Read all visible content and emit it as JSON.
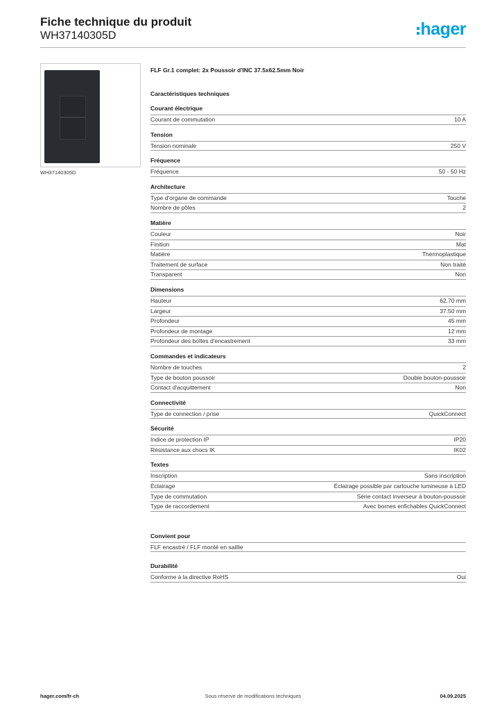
{
  "header": {
    "title": "Fiche technique du produit",
    "subtitle": "WH37140305D",
    "logo_text": "hager",
    "logo_color": "#00a0e3"
  },
  "image_caption": "WH37140305D",
  "product_name": "FLF Gr.1 complet: 2x Poussoir d'INC 37.5x62.5mm Noir",
  "tech_heading": "Caractéristiques techniques",
  "sections": [
    {
      "title": "Courant électrique",
      "rows": [
        {
          "label": "Courant de commutation",
          "value": "10 A"
        }
      ]
    },
    {
      "title": "Tension",
      "rows": [
        {
          "label": "Tension nominale",
          "value": "250 V"
        }
      ]
    },
    {
      "title": "Fréquence",
      "rows": [
        {
          "label": "Fréquence",
          "value": "50 - 50 Hz"
        }
      ]
    },
    {
      "title": "Architecture",
      "rows": [
        {
          "label": "Type d'organe de commande",
          "value": "Touche"
        },
        {
          "label": "Nombre de pôles",
          "value": "2"
        }
      ]
    },
    {
      "title": "Matière",
      "rows": [
        {
          "label": "Couleur",
          "value": "Noir"
        },
        {
          "label": "Finition",
          "value": "Mat"
        },
        {
          "label": "Matière",
          "value": "Thermoplastique"
        },
        {
          "label": "Traitement de surface",
          "value": "Non traité"
        },
        {
          "label": "Transparent",
          "value": "Non"
        }
      ]
    },
    {
      "title": "Dimensions",
      "rows": [
        {
          "label": "Hauteur",
          "value": "62.70 mm"
        },
        {
          "label": "Largeur",
          "value": "37.50 mm"
        },
        {
          "label": "Profondeur",
          "value": "45 mm"
        },
        {
          "label": "Profondeur de montage",
          "value": "12 mm"
        },
        {
          "label": "Profondeur des boîtes d'encastrement",
          "value": "33 mm"
        }
      ]
    },
    {
      "title": "Commandes et indicateurs",
      "rows": [
        {
          "label": "Nombre de touches",
          "value": "2"
        },
        {
          "label": "Type de bouton poussoir",
          "value": "Double bouton-poussoir"
        },
        {
          "label": "Contact d'acquittement",
          "value": "Non"
        }
      ]
    },
    {
      "title": "Connectivité",
      "rows": [
        {
          "label": "Type de connection / prise",
          "value": "QuickConnect"
        }
      ]
    },
    {
      "title": "Sécurité",
      "rows": [
        {
          "label": "Indice de protection IP",
          "value": "IP20"
        },
        {
          "label": "Résistance aux chocs IK",
          "value": "IK02"
        }
      ]
    },
    {
      "title": "Textes",
      "rows": [
        {
          "label": "Inscription",
          "value": "Sans inscription"
        },
        {
          "label": "Éclairage",
          "value": "Éclairage possible par cartouche lumineuse à LED"
        },
        {
          "label": "Type de commutation",
          "value": "Série contact inverseur à bouton-poussoir"
        },
        {
          "label": "Type de raccordement",
          "value": "Avec bornes enfichables QuickConnect"
        }
      ]
    }
  ],
  "suitable": {
    "title": "Convient pour",
    "rows": [
      {
        "label": "FLF encastré / FLF monté en saillie",
        "value": ""
      }
    ]
  },
  "durability": {
    "title": "Durabilité",
    "rows": [
      {
        "label": "Conforme à la directive RoHS",
        "value": "Oui"
      }
    ]
  },
  "footer": {
    "website": "hager.com/fr-ch",
    "disclaimer": "Sous réserve de modifications techniques",
    "date": "04.09.2025"
  }
}
